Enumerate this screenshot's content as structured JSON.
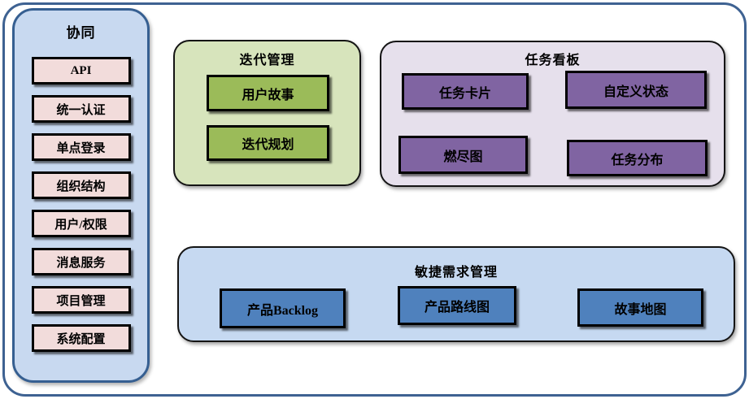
{
  "sidebar": {
    "title": "协同",
    "items": [
      "API",
      "统一认证",
      "单点登录",
      "组织结构",
      "用户/权限",
      "消息服务",
      "项目管理",
      "系统配置"
    ]
  },
  "groups": {
    "iteration": {
      "title": "迭代管理",
      "items": [
        "用户故事",
        "迭代规划"
      ]
    },
    "taskboard": {
      "title": "任务看板",
      "items": [
        "任务卡片",
        "自定义状态",
        "燃尽图",
        "任务分布"
      ]
    },
    "agile": {
      "title": "敏捷需求管理",
      "items": [
        "产品Backlog",
        "产品路线图",
        "故事地图"
      ]
    }
  },
  "palette": {
    "frame_border": "#3e6292",
    "sidebar_fill": "#c8d9f0",
    "sidebar_border": "#365f91",
    "sidebar_item_fill": "#f2dcdb",
    "iteration_fill": "#d7e4bc",
    "iteration_item_fill": "#9bbb59",
    "taskboard_fill": "#e6e0ec",
    "taskboard_item_fill": "#8064a2",
    "agile_fill": "#c6d9f1",
    "agile_item_fill": "#4f81bd",
    "item_border": "#000000",
    "text": "#000000"
  }
}
